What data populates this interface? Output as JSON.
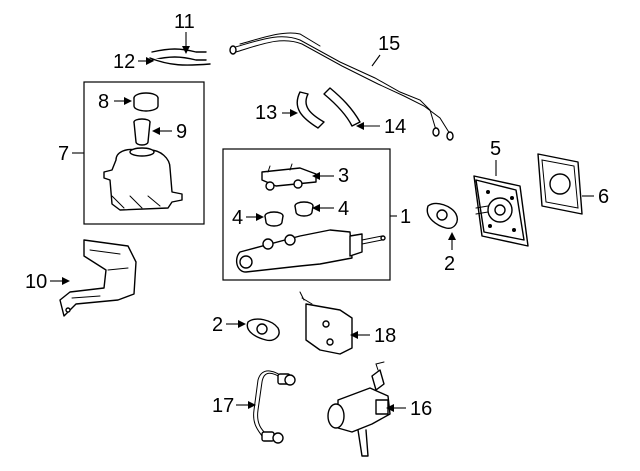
{
  "callouts": {
    "c1": "1",
    "c2a": "2",
    "c2b": "2",
    "c3": "3",
    "c4a": "4",
    "c4b": "4",
    "c5": "5",
    "c6": "6",
    "c7": "7",
    "c8": "8",
    "c9": "9",
    "c10": "10",
    "c11": "11",
    "c12": "12",
    "c13": "13",
    "c14": "14",
    "c15": "15",
    "c16": "16",
    "c17": "17",
    "c18": "18"
  },
  "parts": [
    {
      "name": "master-cylinder",
      "callout": "1"
    },
    {
      "name": "gasket",
      "callout": "2"
    },
    {
      "name": "master-cylinder-connector",
      "callout": "3"
    },
    {
      "name": "grommet",
      "callout": "4"
    },
    {
      "name": "brake-booster",
      "callout": "5"
    },
    {
      "name": "booster-gasket",
      "callout": "6"
    },
    {
      "name": "reservoir-tank",
      "callout": "7"
    },
    {
      "name": "reservoir-cap",
      "callout": "8"
    },
    {
      "name": "strainer",
      "callout": "9"
    },
    {
      "name": "bracket",
      "callout": "10"
    },
    {
      "name": "vacuum-hose-11",
      "callout": "11"
    },
    {
      "name": "vacuum-hose-12",
      "callout": "12"
    },
    {
      "name": "hose-13",
      "callout": "13"
    },
    {
      "name": "hose-14",
      "callout": "14"
    },
    {
      "name": "vacuum-tube",
      "callout": "15"
    },
    {
      "name": "pump-assembly",
      "callout": "16"
    },
    {
      "name": "sensor-harness",
      "callout": "17"
    },
    {
      "name": "bracket-18",
      "callout": "18"
    }
  ]
}
